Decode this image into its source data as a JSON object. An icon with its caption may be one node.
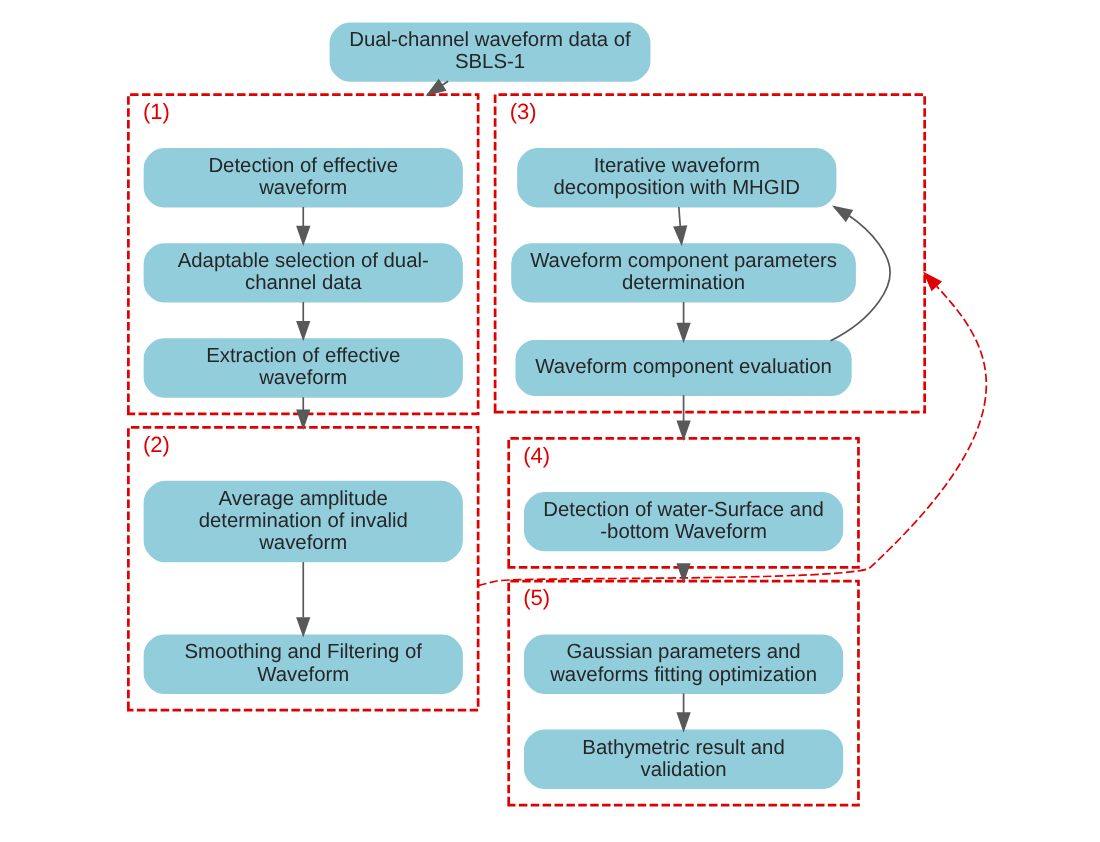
{
  "diagram": {
    "nodes": [
      {
        "text": [
          "Dual-channel waveform data of SBLS-1"
        ]
      },
      {
        "text": [
          "(1)"
        ]
      },
      {
        "text": [
          "Detection of effective waveform"
        ],
        "in": 1
      },
      {
        "text": [
          "Adaptable selection of dual-channel data"
        ],
        "in": 1
      },
      {
        "text": [
          "Extraction of effective waveform"
        ],
        "in": 1
      },
      {
        "text": [
          "(2)"
        ]
      },
      {
        "text": [
          "Average amplitude determination of invalid waveform"
        ],
        "in": 5
      },
      {
        "text": [
          "Smoothing and Filtering of Waveform"
        ],
        "in": 5
      },
      {
        "text": [
          "(3)"
        ]
      },
      {
        "text": [
          "Iterative waveform decomposition with MHGID"
        ],
        "in": 8
      },
      {
        "text": [
          "Waveform component parameters determination"
        ],
        "in": 8
      },
      {
        "text": [
          "Waveform component evaluation"
        ],
        "in": 8
      },
      {
        "text": [
          "(4)"
        ]
      },
      {
        "text": [
          "Detection of water-Surface and -bottom Waveform"
        ],
        "in": 12
      },
      {
        "text": [
          "(5)"
        ]
      },
      {
        "text": [
          "Gaussian parameters and waveforms fitting optimization"
        ],
        "in": 14
      },
      {
        "text": [
          "Bathymetric result and validation"
        ],
        "in": 14
      }
    ],
    "edges": [
      {
        "from": 0,
        "to": 1,
        "arrow": "to"
      },
      {
        "from": 2,
        "to": 3,
        "arrow": "to"
      },
      {
        "from": 3,
        "to": 4,
        "arrow": "to"
      },
      {
        "from": 4,
        "to": 5,
        "arrow": "to"
      },
      {
        "from": 6,
        "to": 7,
        "arrow": "to"
      },
      {
        "from": 5,
        "to": 8,
        "arrow": "to",
        "style": "dashed",
        "color": "#e00000"
      },
      {
        "from": 9,
        "to": 10,
        "arrow": "to"
      },
      {
        "from": 10,
        "to": 11,
        "arrow": "to"
      },
      {
        "from": 11,
        "to": 9,
        "arrow": "to"
      },
      {
        "from": 11,
        "to": 12,
        "arrow": "to"
      },
      {
        "from": 12,
        "to": 14,
        "arrow": "to"
      },
      {
        "from": 15,
        "to": 16,
        "arrow": "to"
      }
    ]
  }
}
